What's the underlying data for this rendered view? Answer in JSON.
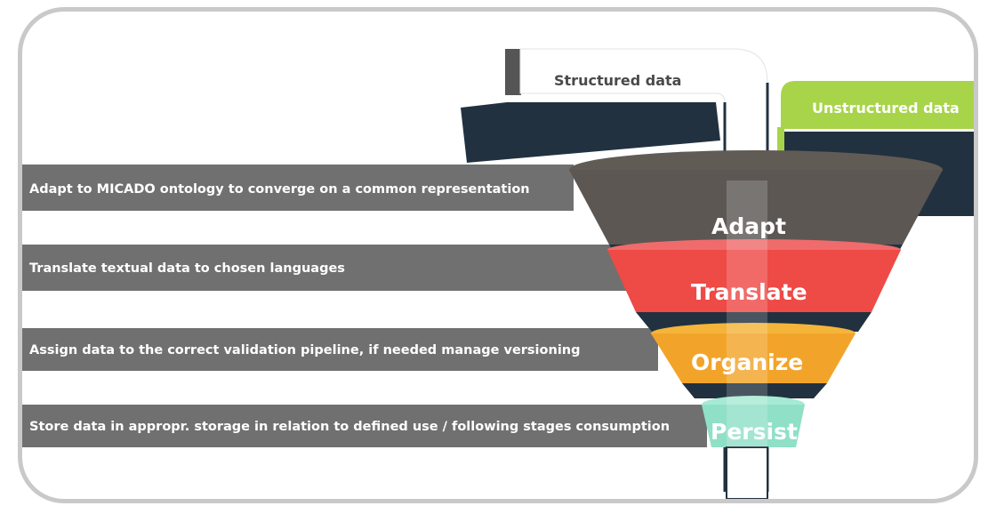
{
  "inputs": {
    "structured": "Structured data",
    "unstructured": "Unstructured data"
  },
  "steps": [
    {
      "stage": "Adapt",
      "description": "Adapt to MICADO ontology to converge on a common representation"
    },
    {
      "stage": "Translate",
      "description": "Translate textual data to chosen languages"
    },
    {
      "stage": "Organize",
      "description": "Assign data to the correct validation pipeline, if needed manage versioning"
    },
    {
      "stage": "Persist",
      "description": "Store data in appropr. storage in relation to defined use / following stages consumption"
    }
  ],
  "colors": {
    "band": "#707070",
    "adapt": "#5c5753",
    "translate": "#ee4a46",
    "organize": "#f2a42a",
    "persist": "#8fe0c6",
    "structured_pipe": "#ffffff",
    "unstructured_pipe": "#a8d44a",
    "dark_pipe": "#22313f"
  }
}
